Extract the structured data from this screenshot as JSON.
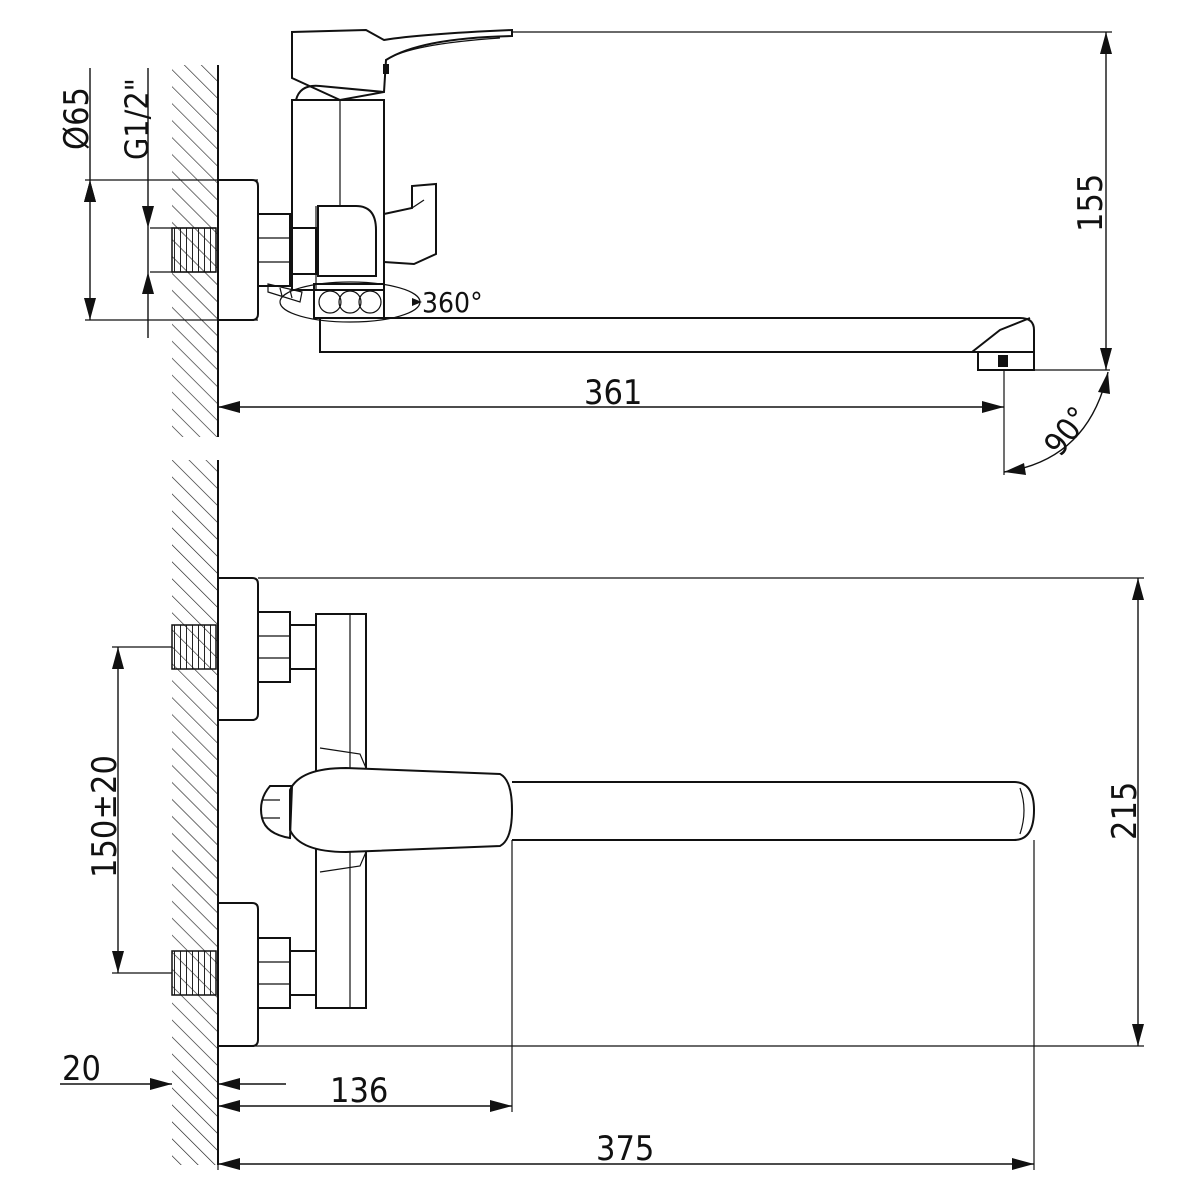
{
  "drawing": {
    "line_color": "#111111",
    "background": "#ffffff"
  },
  "dimensions": {
    "diameter": "Ø65",
    "thread": "G1/2\"",
    "rotation": "360°",
    "spout_reach_side": "361",
    "height": "155",
    "swivel_angle": "90°",
    "inlet_spacing": "150±20",
    "depth": "215",
    "wall_offset": "20",
    "handle_reach": "136",
    "total_reach": "375"
  }
}
